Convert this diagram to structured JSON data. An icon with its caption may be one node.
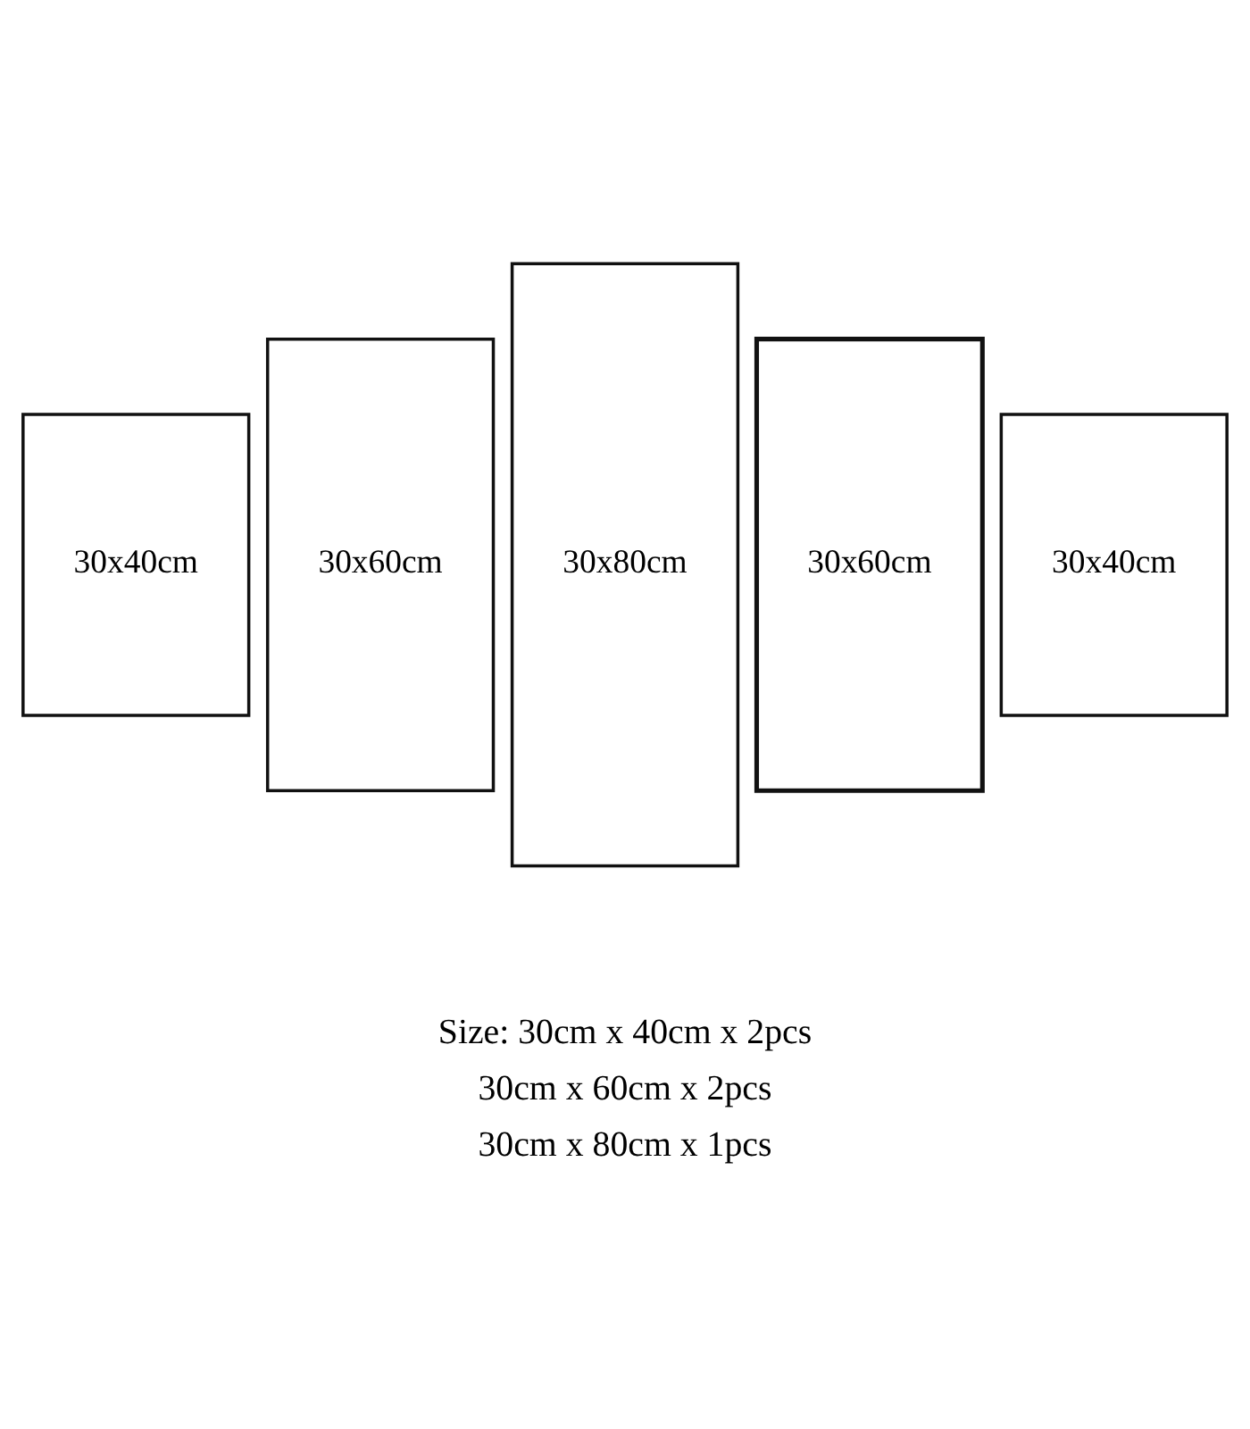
{
  "diagram": {
    "nodes": [
      {
        "text": [
          "30x40cm"
        ]
      },
      {
        "text": [
          "30x60cm"
        ]
      },
      {
        "text": [
          "30x80cm"
        ]
      },
      {
        "text": [
          "30x60cm"
        ]
      },
      {
        "text": [
          "30x40cm"
        ]
      }
    ],
    "edges": [],
    "labels": [
      "Size: 30cm x 40cm x 2pcs",
      "30cm x 60cm x 2pcs",
      "30cm x 80cm x 1pcs"
    ]
  }
}
